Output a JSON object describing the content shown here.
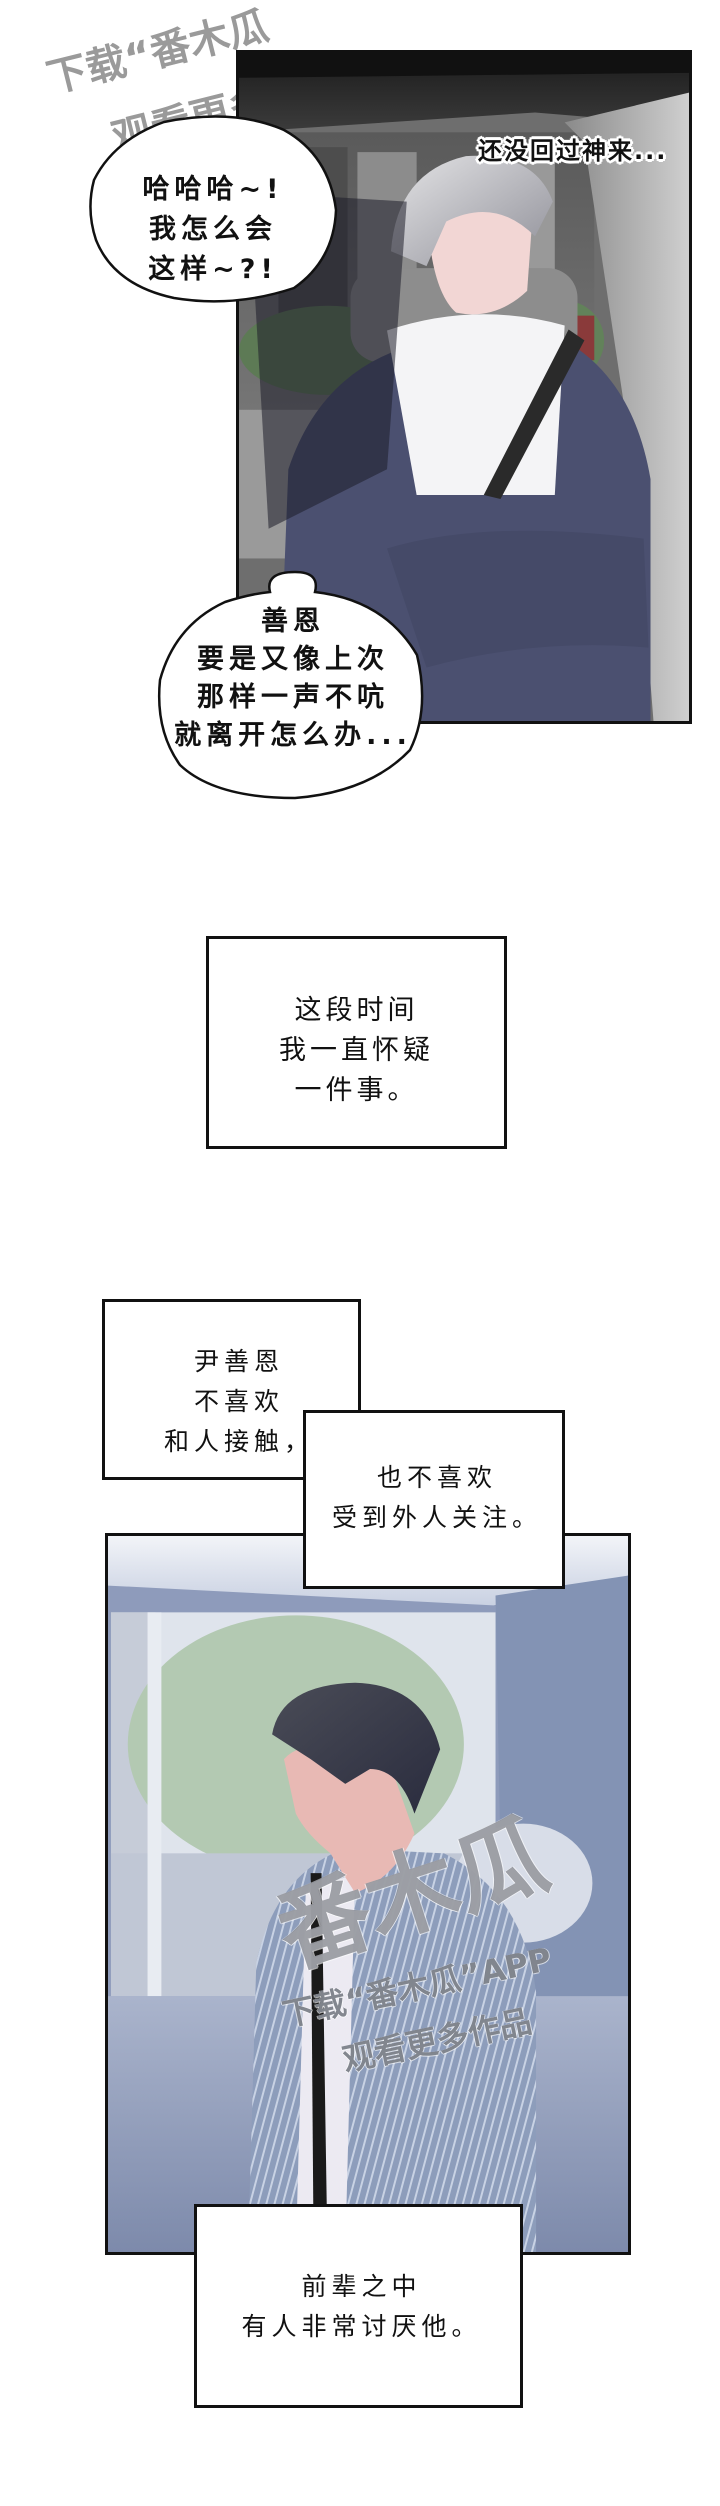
{
  "watermarks": {
    "top_line1": "下载“番木瓜",
    "top_line2": "观看更多作品",
    "panel_big": "番木瓜",
    "panel_line1": "下载“番木瓜”APP",
    "panel_line2": "观看更多作品",
    "color": "#9a9a9a"
  },
  "panel1": {
    "narration": "还没回过神来...",
    "bubble1": {
      "lines": [
        "哈哈哈~!",
        "我怎么会",
        "这样~?!"
      ]
    },
    "bubble2": {
      "lines": [
        "善恩",
        "要是又像上次",
        "那样一声不吭",
        "就离开怎么办..."
      ]
    }
  },
  "caption1": {
    "lines": [
      "这段时间",
      "我一直怀疑",
      "一件事。"
    ]
  },
  "caption2": {
    "lines": [
      "尹善恩",
      "不喜欢",
      "和人接触，"
    ]
  },
  "caption3": {
    "lines": [
      "也不喜欢",
      "受到外人关注。"
    ]
  },
  "caption4": {
    "lines": [
      "前辈之中",
      "有人非常讨厌他。"
    ]
  },
  "colors": {
    "panel_border": "#111111",
    "jacket_navy": "#4b5070",
    "panel2_tint": "#8e9bbb"
  }
}
